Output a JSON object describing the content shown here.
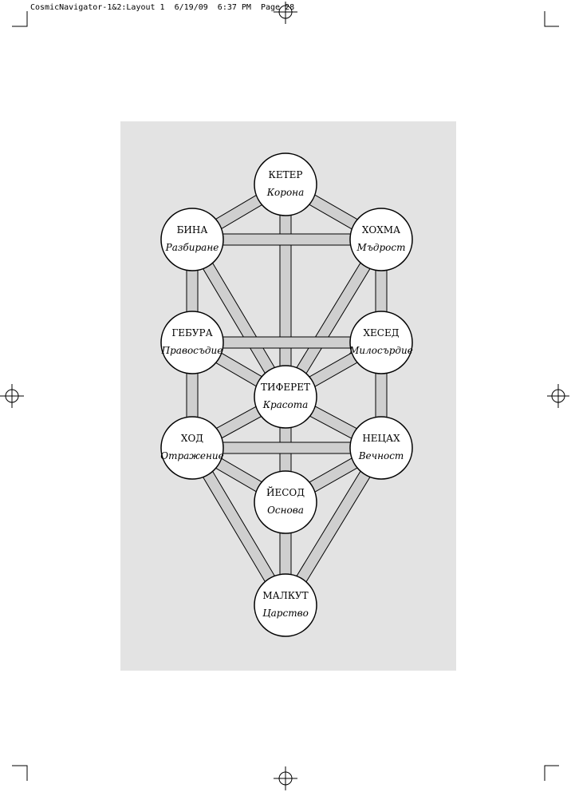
{
  "slug": {
    "text": "CosmicNavigator-1&2:Layout 1  6/19/09  6:37 PM  Page 28"
  },
  "colors": {
    "panel": "#e3e3e3",
    "path": "#cfcfcf",
    "stroke": "#000000",
    "node_fill": "#ffffff"
  },
  "sefirot": [
    {
      "id": "keter",
      "title": "КЕТЕР",
      "subtitle": "Корона"
    },
    {
      "id": "bina",
      "title": "БИНА",
      "subtitle": "Разбиране"
    },
    {
      "id": "hohma",
      "title": "ХОХМА",
      "subtitle": "Мъдрост"
    },
    {
      "id": "gebura",
      "title": "ГЕБУРА",
      "subtitle": "Правосъдие"
    },
    {
      "id": "hesed",
      "title": "ХЕСЕД",
      "subtitle": "Милосърдие"
    },
    {
      "id": "tiferet",
      "title": "ТИФЕРЕТ",
      "subtitle": "Красота"
    },
    {
      "id": "hod",
      "title": "ХОД",
      "subtitle": "Отражение"
    },
    {
      "id": "netsah",
      "title": "НЕЦАХ",
      "subtitle": "Вечност"
    },
    {
      "id": "yesod",
      "title": "ЙЕСОД",
      "subtitle": "Основа"
    },
    {
      "id": "malkut",
      "title": "МАЛКУТ",
      "subtitle": "Царство"
    }
  ],
  "paths": [
    [
      "keter",
      "bina"
    ],
    [
      "keter",
      "hohma"
    ],
    [
      "keter",
      "tiferet"
    ],
    [
      "bina",
      "hohma"
    ],
    [
      "bina",
      "gebura"
    ],
    [
      "bina",
      "tiferet"
    ],
    [
      "hohma",
      "hesed"
    ],
    [
      "hohma",
      "tiferet"
    ],
    [
      "gebura",
      "hesed"
    ],
    [
      "gebura",
      "tiferet"
    ],
    [
      "gebura",
      "hod"
    ],
    [
      "hesed",
      "tiferet"
    ],
    [
      "hesed",
      "netsah"
    ],
    [
      "tiferet",
      "hod"
    ],
    [
      "tiferet",
      "netsah"
    ],
    [
      "tiferet",
      "yesod"
    ],
    [
      "hod",
      "netsah"
    ],
    [
      "hod",
      "yesod"
    ],
    [
      "hod",
      "malkut"
    ],
    [
      "netsah",
      "yesod"
    ],
    [
      "netsah",
      "malkut"
    ],
    [
      "yesod",
      "malkut"
    ]
  ]
}
